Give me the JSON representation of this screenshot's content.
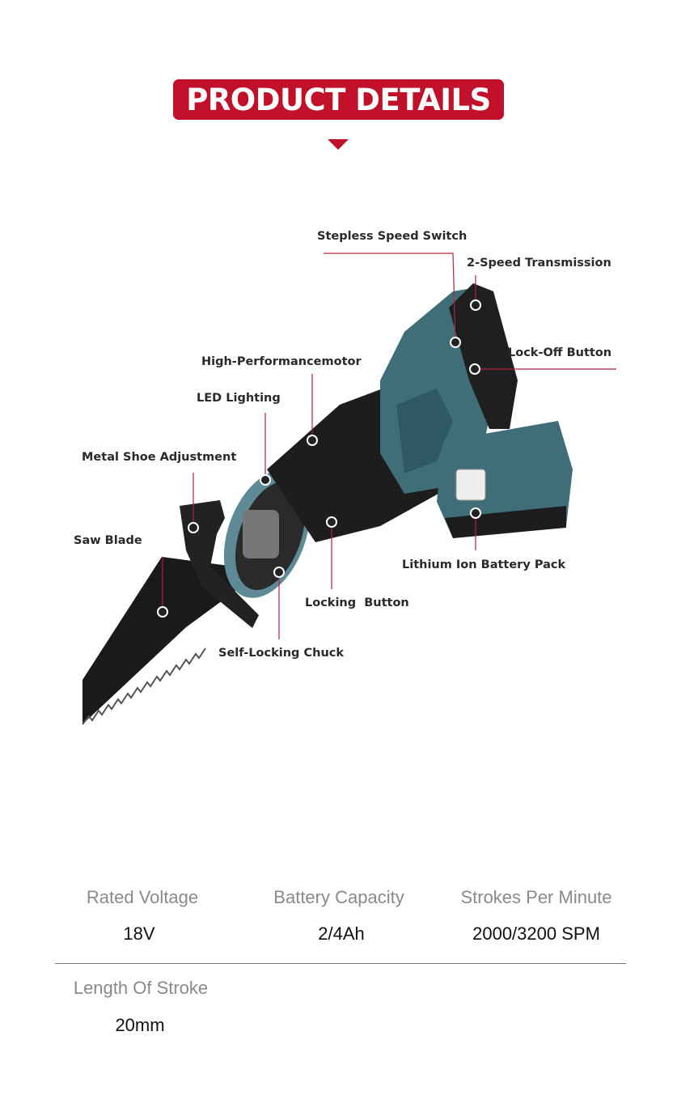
{
  "header": {
    "title": "PRODUCT DETAILS"
  },
  "colors": {
    "accent": "#c0102a",
    "body": "#3f6e78",
    "grip": "#1d1d1d"
  },
  "callouts": [
    {
      "id": "stepless-speed-switch",
      "label": "Stepless Speed Switch"
    },
    {
      "id": "two-speed-transmission",
      "label": "2-Speed Transmission"
    },
    {
      "id": "lock-off-button",
      "label": "Lock-Off Button"
    },
    {
      "id": "motor",
      "label": "High-Performancemotor"
    },
    {
      "id": "led-lighting",
      "label": "LED Lighting"
    },
    {
      "id": "metal-shoe-adjustment",
      "label": "Metal Shoe Adjustment"
    },
    {
      "id": "saw-blade",
      "label": "Saw Blade"
    },
    {
      "id": "locking-button",
      "label": "Locking  Button"
    },
    {
      "id": "self-locking-chuck",
      "label": "Self-Locking Chuck"
    },
    {
      "id": "battery-pack",
      "label": "Lithium Ion Battery Pack"
    }
  ],
  "specs": [
    {
      "label": "Rated Voltage",
      "value": "18V"
    },
    {
      "label": "Battery Capacity",
      "value": "2/4Ah"
    },
    {
      "label": "Strokes Per Minute",
      "value": "2000/3200 SPM"
    },
    {
      "label": "Length Of Stroke",
      "value": "20mm"
    }
  ]
}
